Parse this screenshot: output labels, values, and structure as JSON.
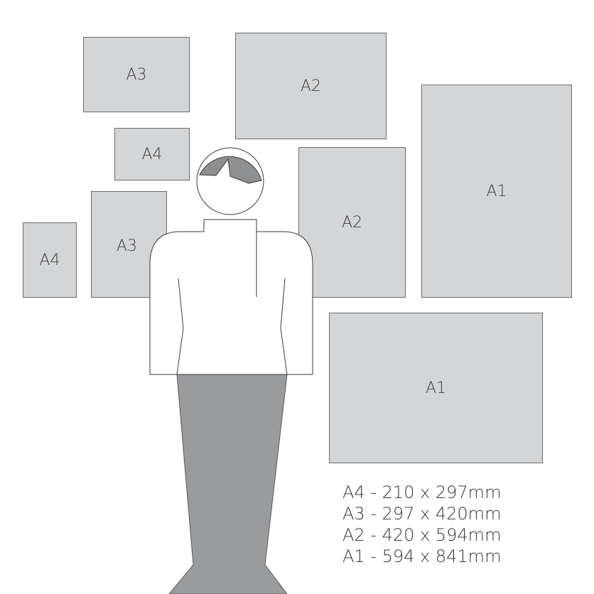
{
  "frames": {
    "a3_top": "A3",
    "a2_top": "A2",
    "a4_mid": "A4",
    "a2_mid": "A2",
    "a1_right": "A1",
    "a4_left": "A4",
    "a3_left": "A3",
    "a1_bottom": "A1"
  },
  "legend": {
    "a4": "A4 - 210 x 297mm",
    "a3": "A3 - 297 x 420mm",
    "a2": "A2 - 420 x 594mm",
    "a1": "A1 - 594 x 841mm"
  },
  "colors": {
    "frame_fill": "#d4d5d7",
    "frame_border": "#6b6b6b",
    "legs": "#9a9b9d",
    "hair": "#8e8f91",
    "torso": "#ffffff"
  }
}
